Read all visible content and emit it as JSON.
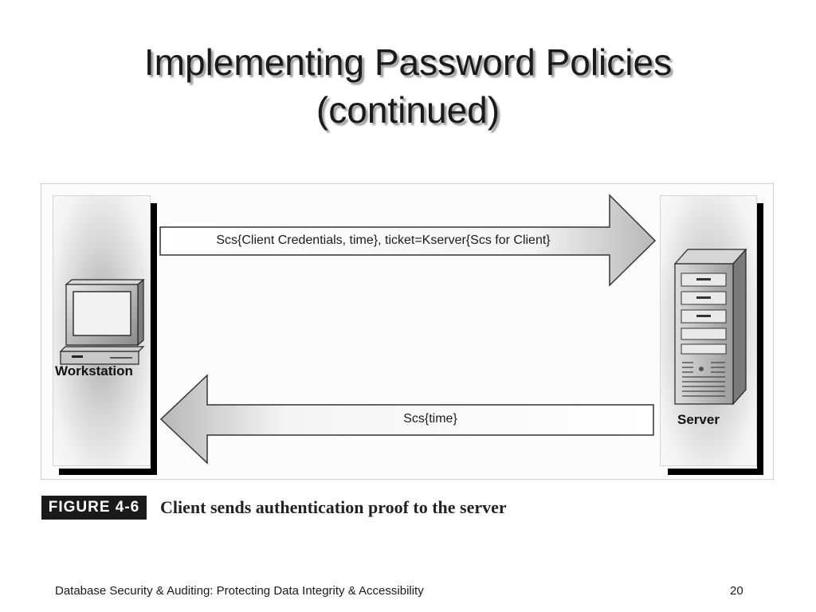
{
  "slide": {
    "title_line1": "Implementing Password Policies",
    "title_line2": "(continued)"
  },
  "diagram": {
    "workstation_label": "Workstation",
    "server_label": "Server",
    "request_arrow_text": "Scs{Client Credentials, time}, ticket=Kserver{Scs for Client}",
    "response_arrow_text": "Scs{time}",
    "workstation_icon": "desktop-computer-icon",
    "server_icon": "tower-server-icon"
  },
  "figure": {
    "tag": "FIGURE 4-6",
    "caption": "Client sends authentication proof to the server"
  },
  "footer": {
    "course_title": "Database Security & Auditing: Protecting Data Integrity & Accessibility",
    "page_number": "20"
  }
}
